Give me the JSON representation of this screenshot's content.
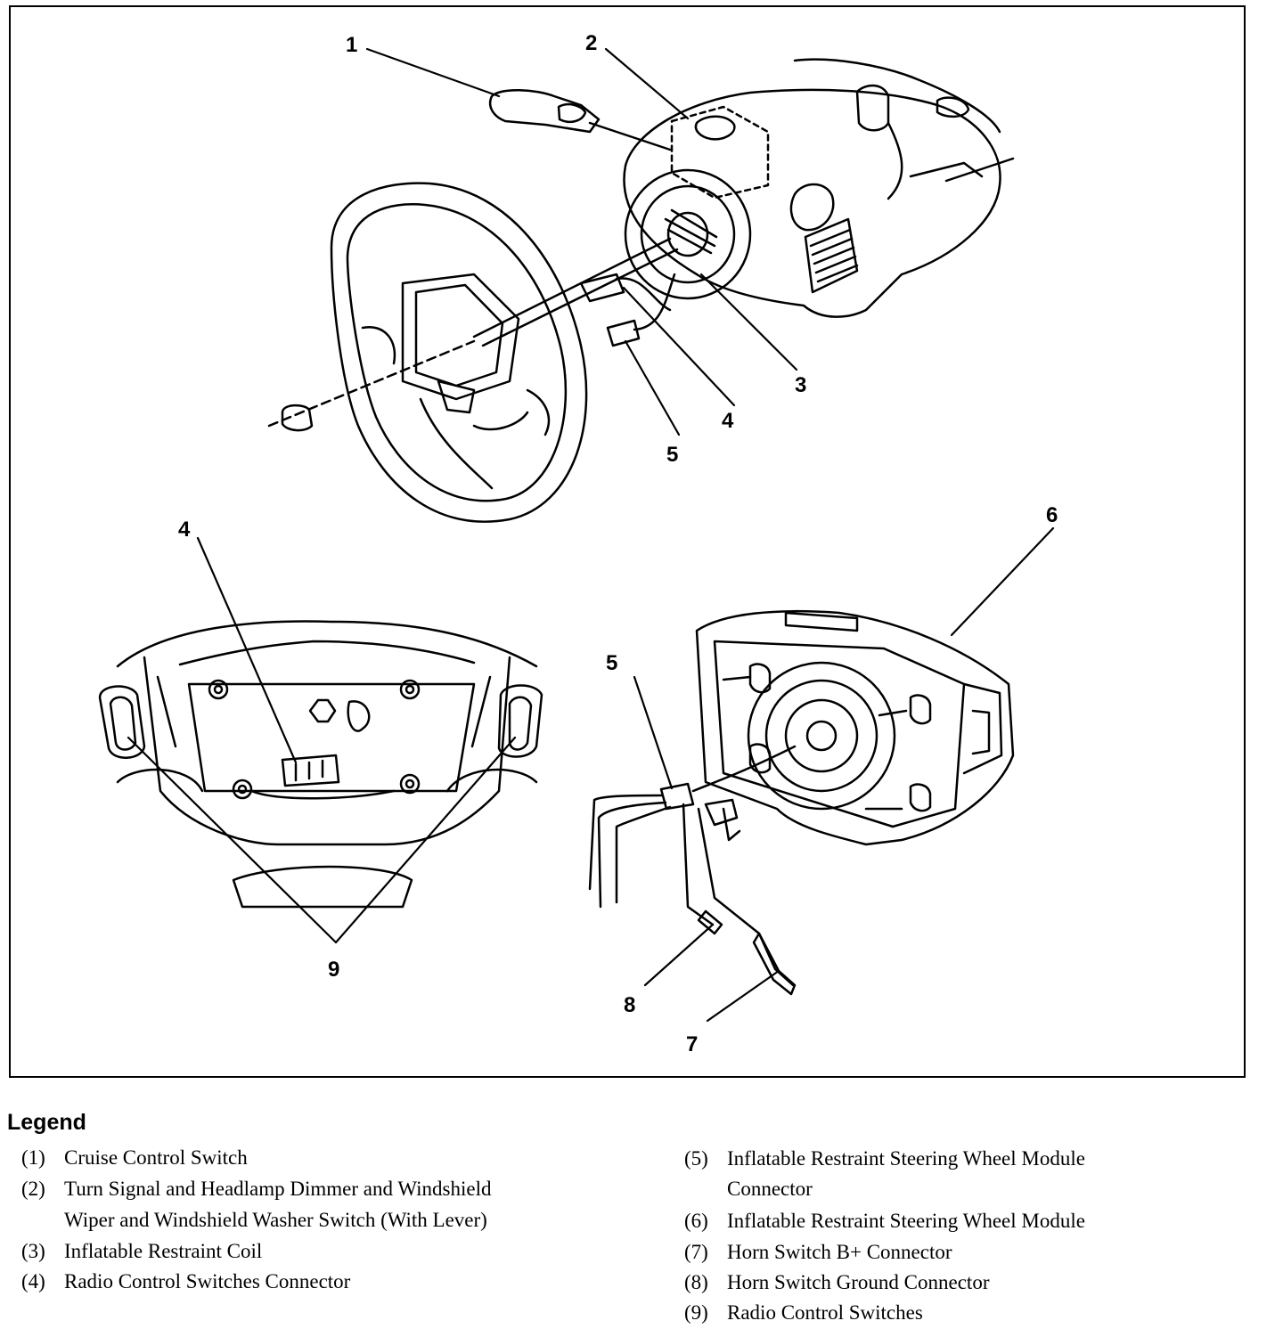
{
  "callouts": [
    "1",
    "2",
    "3",
    "4",
    "5",
    "4",
    "5",
    "6",
    "9",
    "8",
    "7"
  ],
  "legend": {
    "title": "Legend",
    "items": [
      {
        "num": "(1)",
        "lines": [
          "Cruise Control Switch"
        ]
      },
      {
        "num": "(2)",
        "lines": [
          "Turn Signal and Headlamp Dimmer and Windshield",
          "Wiper and Windshield Washer Switch (With Lever)"
        ]
      },
      {
        "num": "(3)",
        "lines": [
          "Inflatable Restraint Coil"
        ]
      },
      {
        "num": "(4)",
        "lines": [
          "Radio Control Switches Connector"
        ]
      },
      {
        "num": "(5)",
        "lines": [
          "Inflatable Restraint Steering Wheel Module",
          "Connector"
        ]
      },
      {
        "num": "(6)",
        "lines": [
          "Inflatable Restraint Steering Wheel Module"
        ]
      },
      {
        "num": "(7)",
        "lines": [
          "Horn Switch B+ Connector"
        ]
      },
      {
        "num": "(8)",
        "lines": [
          "Horn Switch Ground Connector"
        ]
      },
      {
        "num": "(9)",
        "lines": [
          "Radio Control Switches"
        ]
      }
    ]
  }
}
